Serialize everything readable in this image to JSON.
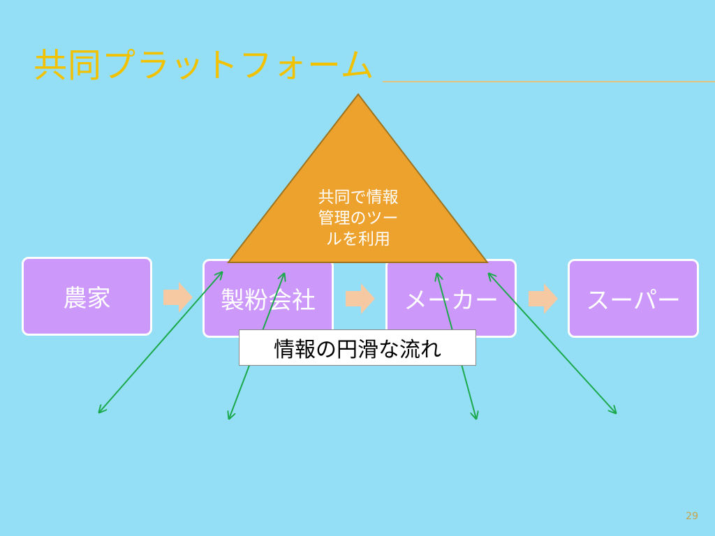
{
  "slide": {
    "title": "共同プラットフォーム",
    "page_number": "29"
  },
  "flow": {
    "steps": [
      "農家",
      "製粉会社",
      "メーカー",
      "スーパー"
    ]
  },
  "platform": {
    "lines": [
      "共同で情報",
      "管理のツー",
      "ルを利用"
    ]
  },
  "caption": "情報の円滑な流れ",
  "colors": {
    "background": "#94dff5",
    "title": "#f2c200",
    "box": "#cc99fb",
    "triangle": "#eda22e",
    "arrow_flow": "#f7c9a3",
    "arrow_info": "#1aa84a"
  }
}
